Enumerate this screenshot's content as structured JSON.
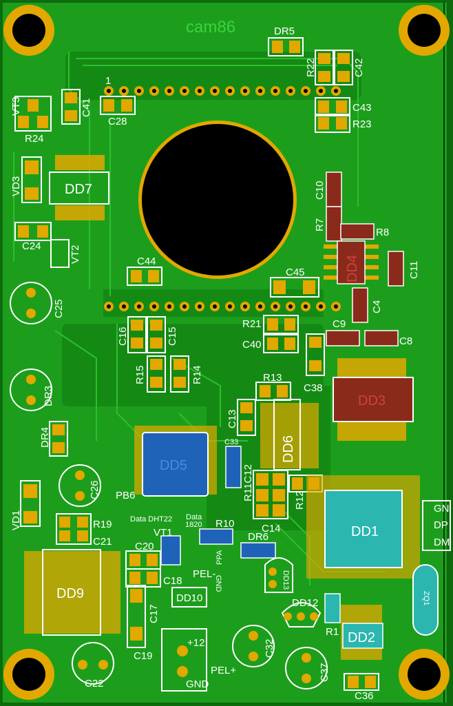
{
  "board": {
    "name": "cam86",
    "colors": {
      "board": "#1c9e1c",
      "copper": "#e2a800",
      "silkscreen": "#ffffff",
      "trace": "#2dbf2d"
    },
    "pin1_marker": "1"
  },
  "labels": {
    "DR5": "DR5",
    "R22": "R22",
    "C42": "C42",
    "C28": "C28",
    "C43": "C43",
    "R23": "R23",
    "VT3": "VT3",
    "C41": "C41",
    "R24": "R24",
    "VD3": "VD3",
    "DD7": "DD7",
    "C10": "C10",
    "R7": "R7",
    "R8": "R8",
    "DD4": "DD4",
    "C11": "C11",
    "C24": "C24",
    "VT2": "VT2",
    "C44": "C44",
    "C45": "C45",
    "C25": "C25",
    "C4": "C4",
    "C9": "C9",
    "C8": "C8",
    "R21": "R21",
    "C40": "C40",
    "C16": "C16",
    "C15": "C15",
    "R15": "R15",
    "R14": "R14",
    "DR3": "DR3",
    "DD3": "DD3",
    "C38": "C38",
    "R13": "R13",
    "C13": "C13",
    "DD6": "DD6",
    "DR4": "DR4",
    "C33": "C33",
    "DD5": "DD5",
    "C26": "C26",
    "PB6": "PB6",
    "R11C12": "R11C12",
    "R12": "R12",
    "DD1": "DD1",
    "GN": "GN",
    "DP": "DP",
    "DM": "DM",
    "VD1": "VD1",
    "R19": "R19",
    "C21": "C21",
    "DataDHT22": "Data DHT22",
    "Data": "Data",
    "1820": "1820",
    "VT1": "VT1",
    "R10": "R10",
    "C14": "C14",
    "DR6": "DR6",
    "C20": "C20",
    "PPA": "PPA",
    "PELminus": "PEL-",
    "GND1": "GND",
    "C18": "C18",
    "DD13": "DD13",
    "DD10": "DD10",
    "DD9": "DD9",
    "C17": "C17",
    "DD12": "DD12",
    "R1": "R1",
    "ZQ1": "ZQ1",
    "DD2": "DD2",
    "C19": "C19",
    "plus12": "+12",
    "GND2": "GND",
    "PELplus": "PEL+",
    "C32": "C32",
    "C37": "C37",
    "C22": "C22",
    "C36": "C36"
  }
}
